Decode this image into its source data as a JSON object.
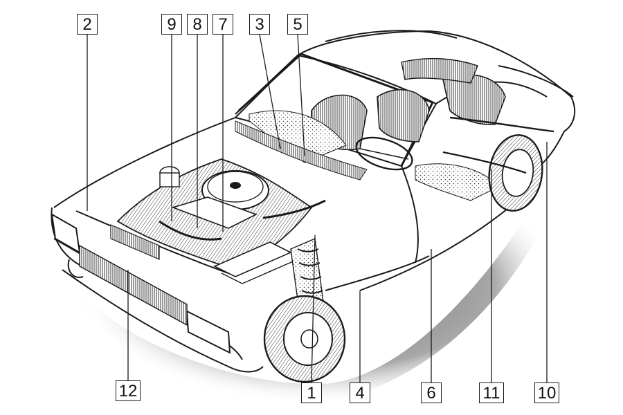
{
  "callouts": [
    {
      "id": "2",
      "label": "2"
    },
    {
      "id": "9",
      "label": "9"
    },
    {
      "id": "8",
      "label": "8"
    },
    {
      "id": "7",
      "label": "7"
    },
    {
      "id": "3",
      "label": "3"
    },
    {
      "id": "5",
      "label": "5"
    },
    {
      "id": "12",
      "label": "12"
    },
    {
      "id": "1",
      "label": "1"
    },
    {
      "id": "4",
      "label": "4"
    },
    {
      "id": "6",
      "label": "6"
    },
    {
      "id": "11",
      "label": "11"
    },
    {
      "id": "10",
      "label": "10"
    }
  ],
  "colors": {
    "ink": "#1a1a1a",
    "shade": "#7a7a7a",
    "paper": "#ffffff"
  },
  "icons": [
    "car-cutaway-illustration"
  ]
}
